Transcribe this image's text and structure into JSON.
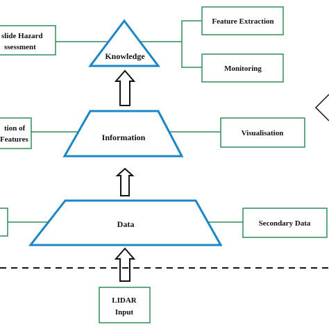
{
  "colors": {
    "shape_stroke": "#1a86c7",
    "box_stroke": "#2e8b57",
    "connector": "#2e8b57",
    "arrow": "#111111",
    "divider": "#111111"
  },
  "levels": {
    "knowledge": "Knowledge",
    "information": "Information",
    "data": "Data"
  },
  "boxes": {
    "landslide_hazard_line1": "slide Hazard",
    "landslide_hazard_line2": "ssessment",
    "feature_extraction": "Feature Extraction",
    "monitoring": "Monitoring",
    "features_line1": "tion of",
    "features_line2": "Features",
    "visualisation": "Visualisation",
    "secondary_data": "Secondary Data",
    "lidar_line1": "LIDAR",
    "lidar_line2": "Input"
  }
}
